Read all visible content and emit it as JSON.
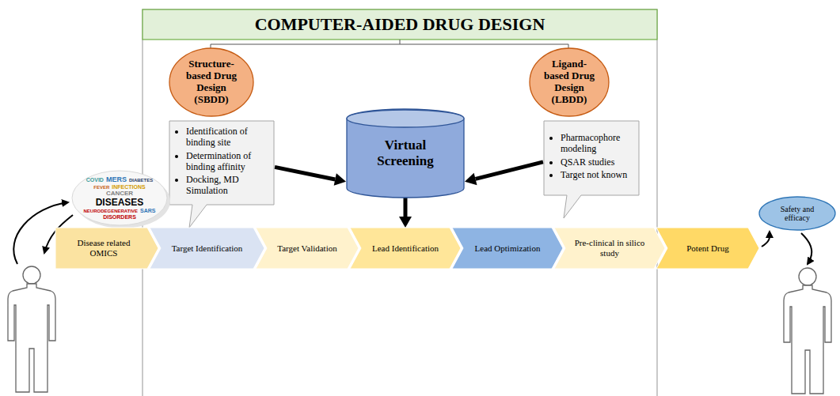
{
  "diagram": {
    "title": "COMPUTER-AIDED DRUG DESIGN",
    "nodes": [
      {
        "text": [
          "Structure-based Drug Design (SBDD)"
        ]
      },
      {
        "text": [
          "Identification of binding site",
          "Determination of binding affinity",
          "Docking, MD Simulation"
        ]
      },
      {
        "text": [
          "Ligand-based Drug Design (LBDD)"
        ]
      },
      {
        "text": [
          "Pharmacophore modeling",
          "QSAR studies",
          "Target not known"
        ]
      },
      {
        "text": [
          "Virtual Screening"
        ]
      },
      {
        "text": [
          "COVID",
          "MERS",
          "DIABETES",
          "FEVER",
          "INFECTIONS",
          "CANCER",
          "DISEASES",
          "NEURODEGENERATIVE",
          "SARS",
          "DISORDERS"
        ]
      },
      {
        "text": [
          "Disease related OMICS"
        ]
      },
      {
        "text": [
          "Target Identification"
        ]
      },
      {
        "text": [
          "Target Validation"
        ]
      },
      {
        "text": [
          "Lead Identification"
        ]
      },
      {
        "text": [
          "Lead Optimization"
        ]
      },
      {
        "text": [
          "Pre-clinical in silico study"
        ]
      },
      {
        "text": [
          "Potent Drug"
        ]
      },
      {
        "text": [
          "Safety and efficacy"
        ]
      }
    ],
    "edges": [
      {
        "from": 1,
        "to": 4,
        "arrow": "to"
      },
      {
        "from": 3,
        "to": 4,
        "arrow": "to"
      },
      {
        "from": 4,
        "to": 9,
        "arrow": "to"
      }
    ]
  }
}
